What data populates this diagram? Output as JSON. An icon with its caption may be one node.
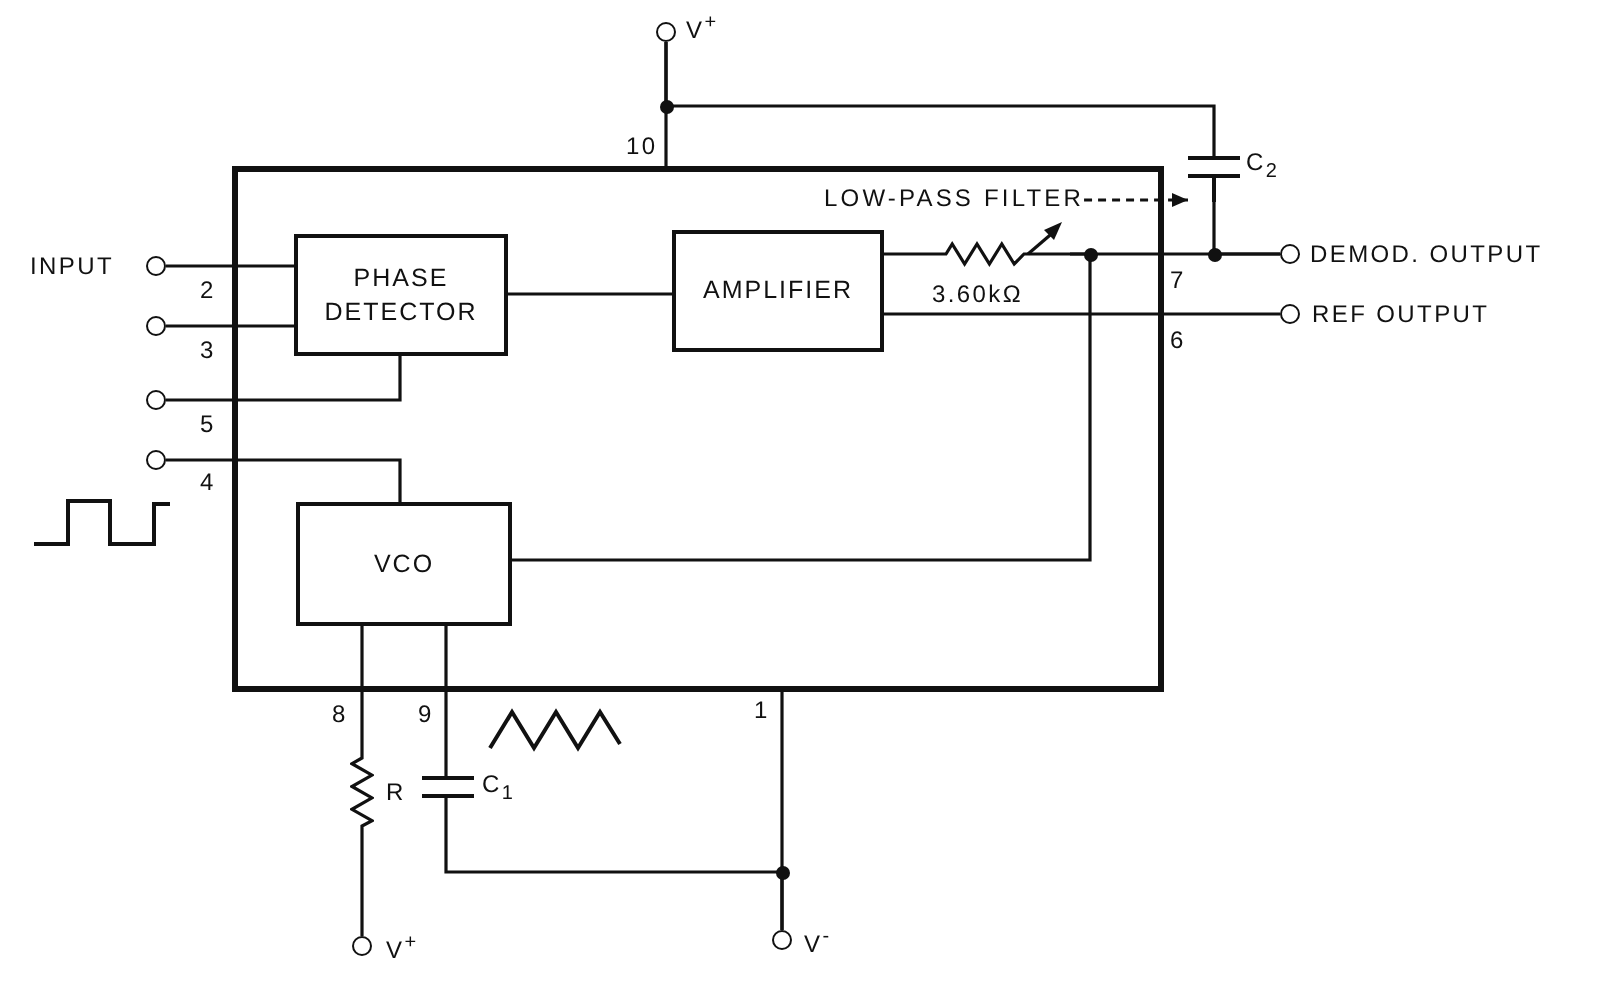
{
  "diagram": {
    "nodes": [
      {
        "text": [],
        "shape": "circle",
        "beside": [
          "V$^{+}$"
        ]
      },
      {
        "text": [],
        "shape": "box"
      },
      {
        "text": [],
        "shape": "capacitor",
        "beside": [
          "C$_{2}$"
        ]
      },
      {
        "text": [
          "LOW-PASS FILTER"
        ],
        "in": 1
      },
      {
        "text": [],
        "shape": "circle",
        "beside": [
          "INPUT"
        ]
      },
      {
        "text": [
          "PHASE DETECTOR"
        ],
        "in": 1
      },
      {
        "text": [
          "AMPLIFIER"
        ],
        "in": 1
      },
      {
        "text": [],
        "shape": "resistor",
        "beside": [
          "3.60kΩ"
        ],
        "in": 1
      },
      {
        "text": [],
        "shape": "circle",
        "beside": [
          "DEMOD. OUTPUT"
        ]
      },
      {
        "text": [],
        "shape": "circle"
      },
      {
        "text": [],
        "shape": "circle",
        "beside": [
          "REF OUTPUT"
        ]
      },
      {
        "text": [],
        "shape": "circle"
      },
      {
        "text": [],
        "shape": "circle"
      },
      {
        "text": [
          "VCO"
        ],
        "in": 1
      },
      {
        "text": [],
        "shape": "resistor",
        "beside": [
          "R"
        ]
      },
      {
        "text": [],
        "shape": "capacitor",
        "beside": [
          "C$_{1}$"
        ]
      },
      {
        "text": [],
        "shape": "circle",
        "beside": [
          "V$^{+}$"
        ]
      },
      {
        "text": [],
        "shape": "circle",
        "beside": [
          "V$^{-}$"
        ]
      }
    ],
    "edges": [
      {
        "from": 0,
        "to": 1,
        "arrow": "none"
      },
      {
        "from": 0,
        "to": 2,
        "arrow": "none"
      },
      {
        "from": 2,
        "to": 8,
        "arrow": "none"
      },
      {
        "from": 3,
        "to": 2,
        "arrow": "to",
        "style": "dashed"
      },
      {
        "from": 4,
        "to": 5,
        "arrow": "none"
      },
      {
        "from": 5,
        "to": 6,
        "arrow": "none"
      },
      {
        "from": 6,
        "to": 7,
        "arrow": "none"
      },
      {
        "from": 7,
        "to": 8,
        "arrow": "none"
      },
      {
        "from": 7,
        "to": 13,
        "arrow": "none"
      },
      {
        "from": 9,
        "to": 5,
        "arrow": "none"
      },
      {
        "from": 6,
        "to": 10,
        "arrow": "none"
      },
      {
        "from": 11,
        "to": 5,
        "arrow": "none"
      },
      {
        "from": 12,
        "to": 13,
        "arrow": "none"
      },
      {
        "from": 13,
        "to": 14,
        "arrow": "none"
      },
      {
        "from": 14,
        "to": 16,
        "arrow": "none"
      },
      {
        "from": 13,
        "to": 15,
        "arrow": "none"
      },
      {
        "from": 15,
        "to": 17,
        "arrow": "none"
      },
      {
        "from": 1,
        "to": 17,
        "arrow": "none"
      }
    ],
    "labels": [
      "10",
      "2",
      "7",
      "3",
      "6",
      "5",
      "4",
      "8",
      "9",
      "1"
    ]
  }
}
